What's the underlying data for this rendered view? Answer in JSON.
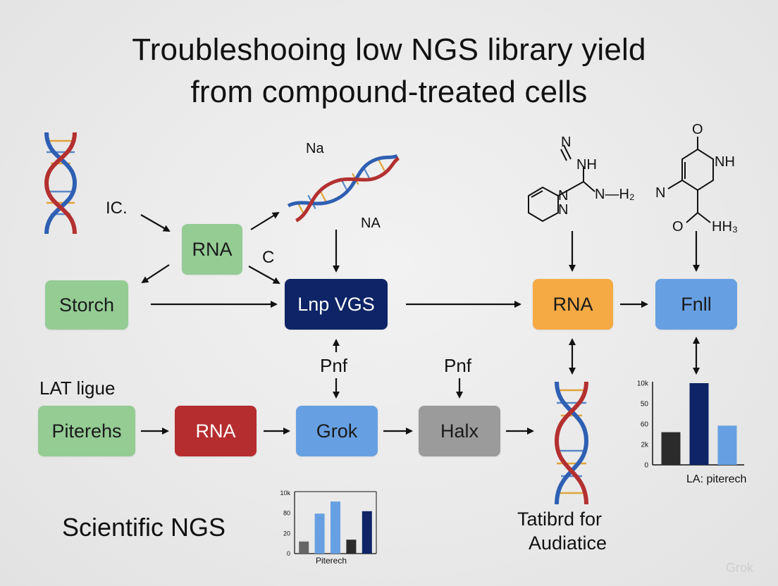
{
  "title": {
    "line1": "Troubleshooing low NGS library yield",
    "line2": "from compound-treated cells"
  },
  "labels": {
    "ic": "IC.",
    "c": "C",
    "lat_ligue": "LAT ligue",
    "pnf_left": "Pnf",
    "pnf_right": "Pnf",
    "scientific": "Scientific NGS",
    "tatibrd_line1": "Tatibrd for",
    "tatibrd_line2": "Audiatice",
    "na_top": "Na",
    "na_bottom": "NA"
  },
  "boxes": {
    "rna_top": "RNA",
    "storch": "Storch",
    "lnp_vgs": "Lnp VGS",
    "rna_orange": "RNA",
    "fnll": "Fnll",
    "piterehs": "Piterehs",
    "rna_red": "RNA",
    "grok": "Grok",
    "halx": "Halx"
  },
  "molecules": {
    "mol1": {
      "n1": "N",
      "nh": "NH",
      "n2": "N",
      "n3": "N",
      "nh2": "N—H₂"
    },
    "mol2": {
      "o_top": "O",
      "nh": "NH",
      "n": "N",
      "o_bottom": "O",
      "hh3": "HH₃"
    }
  },
  "colors": {
    "green": "#94cc94",
    "navy": "#0e2466",
    "orange": "#f5aa44",
    "blue": "#67a0e2",
    "red": "#b62d2f",
    "gray": "#9b9b9b",
    "dark": "#2b2b2b"
  },
  "watermark": "Grok",
  "chart_data": [
    {
      "type": "bar",
      "title": "",
      "xlabel": "LA: piterech",
      "ylabel": "",
      "y_tick_labels": [
        "10k",
        "50",
        "60",
        "2k",
        "0"
      ],
      "ylim": [
        0,
        100
      ],
      "bars": [
        {
          "value": 40,
          "color": "#2b2b2b"
        },
        {
          "value": 100,
          "color": "#0e2466"
        },
        {
          "value": 48,
          "color": "#67a0e2"
        }
      ]
    },
    {
      "type": "bar",
      "title": "",
      "xlabel": "Piterech",
      "ylabel": "",
      "y_tick_labels": [
        "10k",
        "80",
        "20",
        "0"
      ],
      "ylim": [
        0,
        100
      ],
      "bars": [
        {
          "value": 20,
          "color": "#666666"
        },
        {
          "value": 66,
          "color": "#67a0e2"
        },
        {
          "value": 86,
          "color": "#67a0e2"
        },
        {
          "value": 23,
          "color": "#2b2b2b"
        },
        {
          "value": 70,
          "color": "#0e2466"
        }
      ]
    }
  ]
}
